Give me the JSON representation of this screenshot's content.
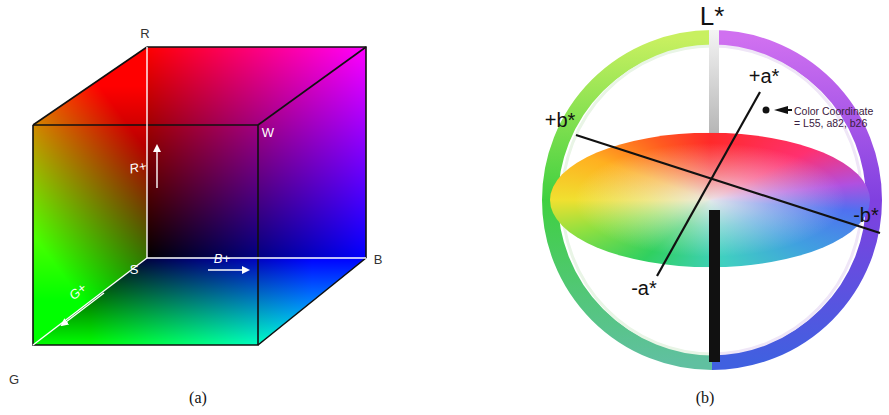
{
  "diagram": {
    "labels": [
      "R",
      "W",
      "S",
      "B",
      "G",
      "R+",
      "B+",
      "G+",
      "(a)",
      "L*",
      "+a*",
      "+b*",
      "-b*",
      "-a*",
      "Color Coordinate = L55, a82, b26",
      "(b)"
    ]
  }
}
